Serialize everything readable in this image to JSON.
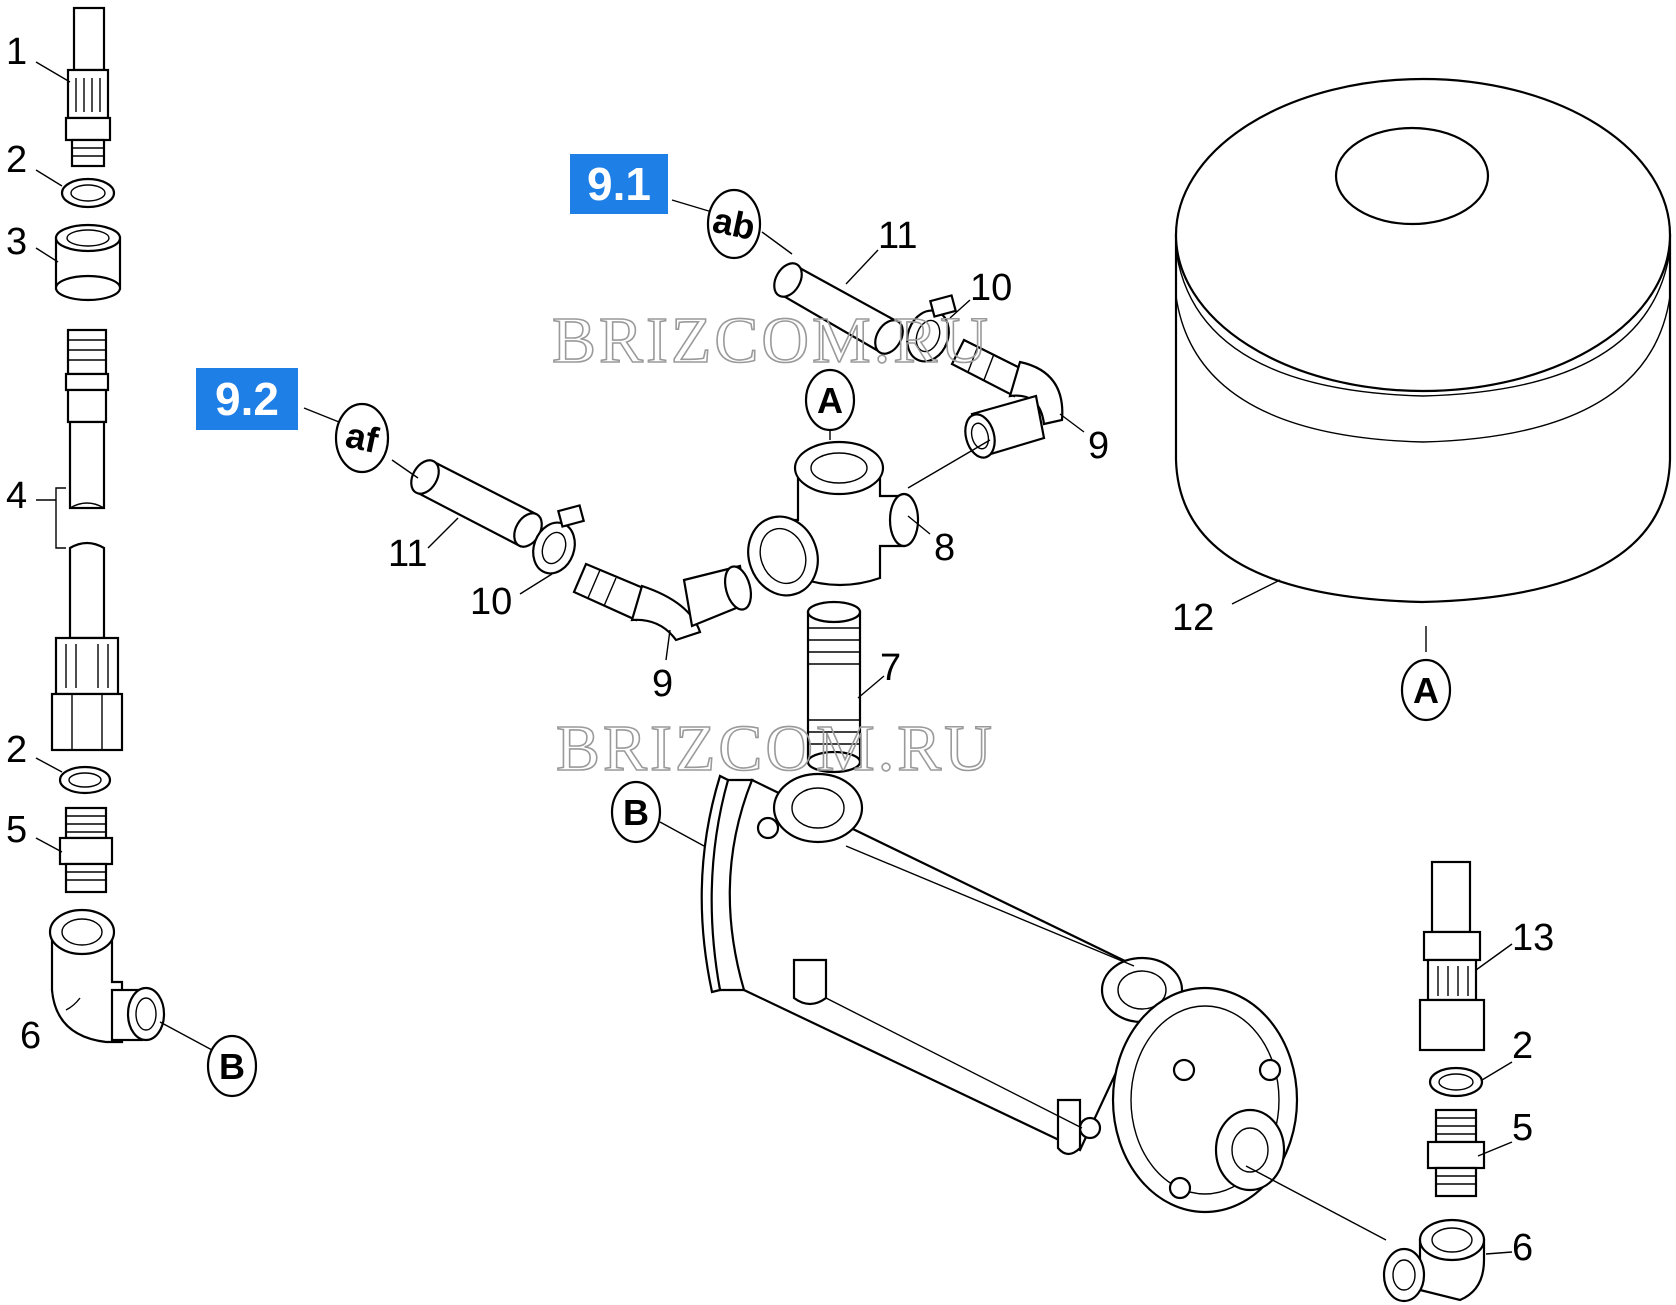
{
  "colors": {
    "badge": "#1e7fe6",
    "line": "#000000",
    "background": "#ffffff",
    "watermark": "#9a9a9a"
  },
  "watermark": "BRIZCOM.RU",
  "badges": {
    "b91": "9.1",
    "b92": "9.2"
  },
  "circles": {
    "ab": "ab",
    "af": "af",
    "a_top": "A",
    "a_tank": "A",
    "b_left": "B",
    "b_exchanger": "B"
  },
  "labels": {
    "l1": "1",
    "l2a": "2",
    "l3": "3",
    "l4": "4",
    "l2b": "2",
    "l5a": "5",
    "l6a": "6",
    "l11a": "11",
    "l10a": "10",
    "l9a": "9",
    "l8": "8",
    "l11b": "11",
    "l10b": "10",
    "l9b": "9",
    "l7": "7",
    "l12": "12",
    "l13": "13",
    "l2c": "2",
    "l5b": "5",
    "l6b": "6"
  }
}
